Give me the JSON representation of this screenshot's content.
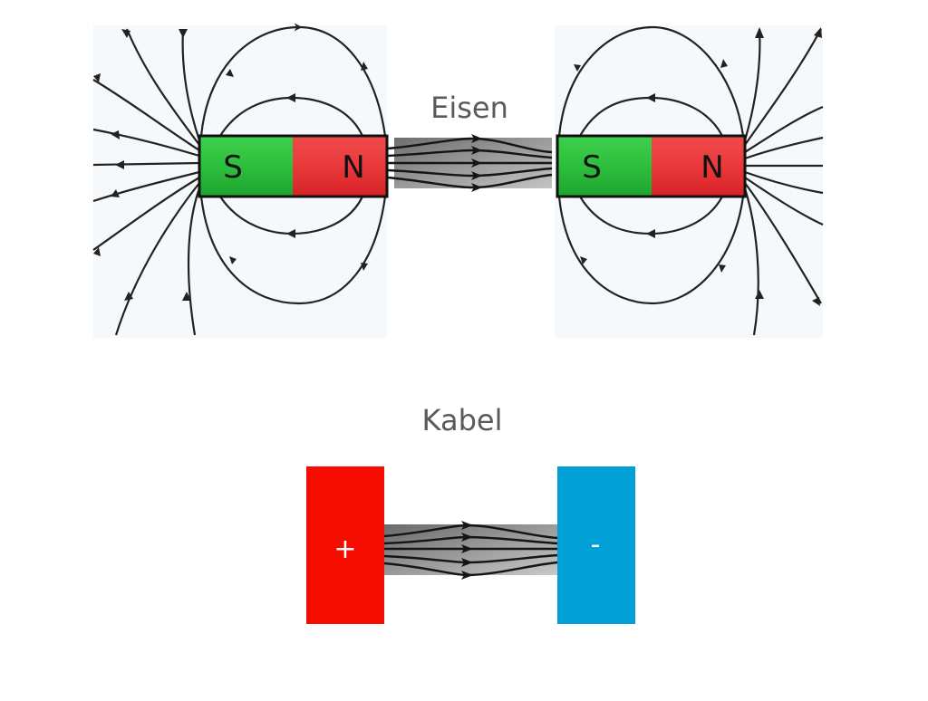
{
  "diagram": {
    "top": {
      "connector_label": "Eisen",
      "magnets": [
        {
          "id": "left",
          "south_label": "S",
          "north_label": "N"
        },
        {
          "id": "right",
          "south_label": "S",
          "north_label": "N"
        }
      ]
    },
    "bottom": {
      "connector_label": "Kabel",
      "terminals": [
        {
          "id": "positive",
          "sign": "+"
        },
        {
          "id": "negative",
          "sign": "-"
        }
      ]
    },
    "colors": {
      "south_pole": "#22b83a",
      "north_pole": "#e8262a",
      "positive_terminal": "#f40d00",
      "negative_terminal": "#009fd6",
      "background_panel": "#f6f9fb",
      "label_text": "#5a5a5a"
    }
  }
}
